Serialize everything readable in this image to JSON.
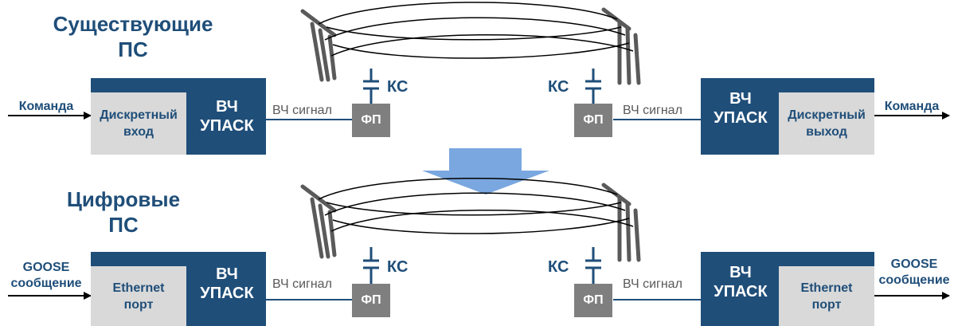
{
  "colors": {
    "block": "#1f4e79",
    "port": "#d9d9d9",
    "filter": "#7f7f7f",
    "arrow": "#7aa7e0",
    "signal_text": "#595959"
  },
  "rows": [
    {
      "title": "Существующие\nПС",
      "left_input": "Команда",
      "left_port": "Дискретный\nвход",
      "left_unit": "ВЧ\nУПАСК",
      "signal_left": "ВЧ сигнал",
      "coupler_left": "КС",
      "filter_left": "ФП",
      "coupler_right": "КС",
      "filter_right": "ФП",
      "signal_right": "ВЧ сигнал",
      "right_unit": "ВЧ\nУПАСК",
      "right_port": "Дискретный\nвыход",
      "right_output": "Команда"
    },
    {
      "title": "Цифровые\nПС",
      "left_input": "GOOSE\nсообщение",
      "left_port": "Ethernet\nпорт",
      "left_unit": "ВЧ\nУПАСК",
      "signal_left": "ВЧ сигнал",
      "coupler_left": "КС",
      "filter_left": "ФП",
      "coupler_right": "КС",
      "filter_right": "ФП",
      "signal_right": "ВЧ сигнал",
      "right_unit": "ВЧ\nУПАСК",
      "right_port": "Ethernet\nпорт",
      "right_output": "GOOSE\nсообщение"
    }
  ]
}
